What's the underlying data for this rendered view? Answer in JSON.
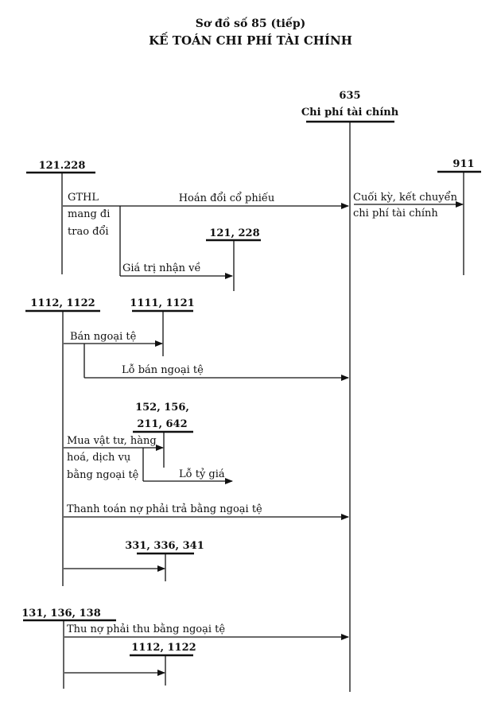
{
  "title": {
    "line1": "Sơ đồ số 85 (tiếp)",
    "line2": "KẾ TOÁN CHI PHÍ TÀI CHÍNH"
  },
  "accounts": {
    "a635_code": "635",
    "a635_name": "Chi phí tài chính",
    "a911": "911",
    "a121_228": "121.228",
    "a121_228_b": "121, 228",
    "a1112_1122": "1112, 1122",
    "a1111_1121": "1111, 1121",
    "a152_l1": "152, 156,",
    "a152_l2": "211, 642",
    "a331": "331, 336, 341",
    "a131": "131, 136, 138",
    "a1112_1122_b": "1112, 1122"
  },
  "labels": {
    "gthl_1": "GTHL",
    "gthl_2": "mang đi",
    "gthl_3": "trao đổi",
    "hoan_doi": "Hoán đổi cổ phiếu",
    "cuoi_ky_1": "Cuối kỳ, kết chuyển",
    "cuoi_ky_2": "chi phí tài chính",
    "gia_tri": "Giá trị nhận về",
    "ban_nt": "Bán ngoại tệ",
    "lo_ban": "Lỗ bán ngoại tệ",
    "mua_1": "Mua vật tư, hàng",
    "mua_2": "hoá, dịch  vụ",
    "mua_3": "bằng ngoại tệ",
    "lo_ty_gia": "Lỗ tỷ giá",
    "thanh_toan": "Thanh toán nợ phải trả bằng ngoại tệ",
    "thu_no": "Thu nợ phải thu bằng ngoại tệ"
  }
}
